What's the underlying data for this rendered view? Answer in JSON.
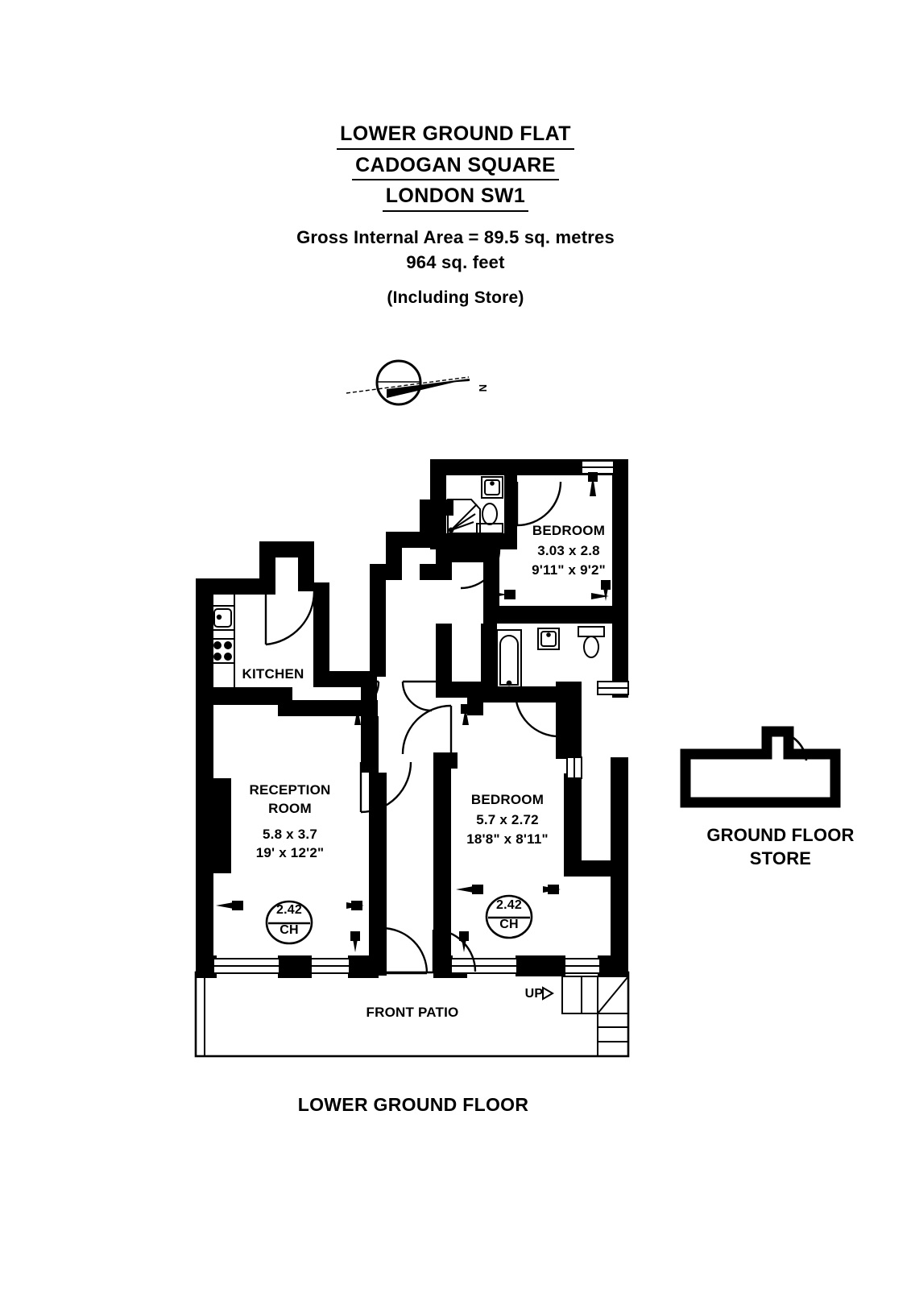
{
  "header": {
    "title_lines": [
      "LOWER GROUND FLAT",
      "CADOGAN SQUARE",
      "LONDON SW1"
    ],
    "area_metric": "Gross Internal Area = 89.5 sq. metres",
    "area_imperial": "964 sq. feet",
    "note": "(Including Store)"
  },
  "compass": {
    "label": "N"
  },
  "rooms": {
    "kitchen": {
      "name": "KITCHEN"
    },
    "reception": {
      "name_line1": "RECEPTION",
      "name_line2": "ROOM",
      "dim_metric": "5.8 x 3.7",
      "dim_imperial": "19' x 12'2\"",
      "ceiling_height": "2.42",
      "ceiling_unit": "CH"
    },
    "bedroom_main": {
      "name": "BEDROOM",
      "dim_metric": "5.7 x 2.72",
      "dim_imperial": "18'8\" x 8'11\"",
      "ceiling_height": "2.42",
      "ceiling_unit": "CH"
    },
    "bedroom_two": {
      "name": "BEDROOM",
      "dim_metric": "3.03 x 2.8",
      "dim_imperial": "9'11\" x 9'2\""
    },
    "patio": {
      "name": "FRONT PATIO"
    },
    "stairs": {
      "direction_label": "UP"
    }
  },
  "captions": {
    "lower_ground_floor": "LOWER GROUND FLOOR",
    "ground_floor_store_line1": "GROUND FLOOR",
    "ground_floor_store_line2": "STORE"
  },
  "colors": {
    "wall": "#000000",
    "paper": "#ffffff",
    "line": "#000000"
  }
}
